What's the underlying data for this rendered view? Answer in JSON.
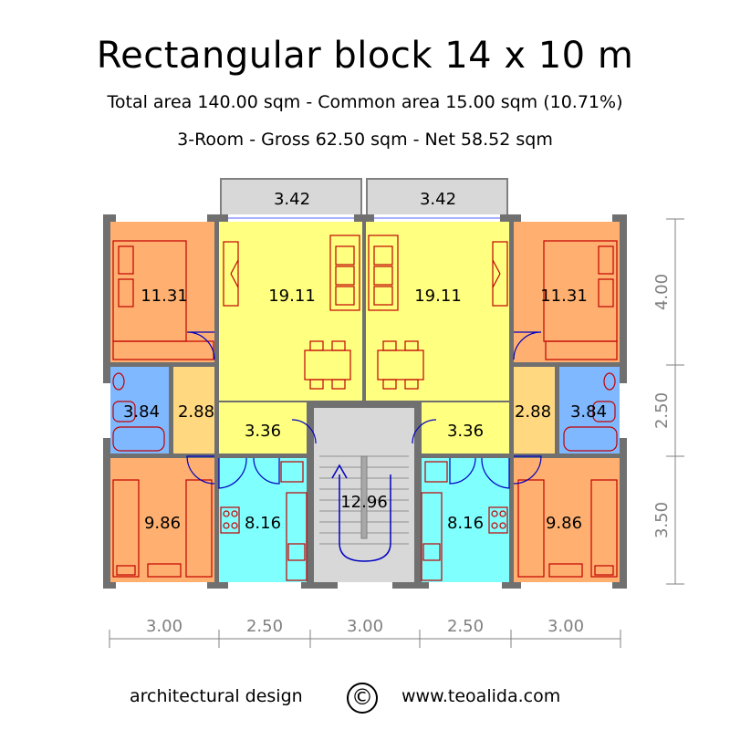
{
  "header": {
    "title": "Rectangular block 14 x 10 m",
    "subtitle1": "Total area 140.00 sqm - Common area 15.00 sqm (10.71%)",
    "subtitle2": "3-Room - Gross 62.50 sqm - Net 58.52 sqm"
  },
  "rooms": {
    "balcony_left": "3.42",
    "balcony_right": "3.42",
    "bedroom_tl": "11.31",
    "living_l": "19.11",
    "living_r": "19.11",
    "bedroom_tr": "11.31",
    "bath_l": "3.84",
    "hall_l": "2.88",
    "corridor_l": "3.36",
    "corridor_r": "3.36",
    "hall_r": "2.88",
    "bath_r": "3.84",
    "bedroom_bl": "9.86",
    "kitchen_l": "8.16",
    "stair": "12.96",
    "kitchen_r": "8.16",
    "bedroom_br": "9.86"
  },
  "dimensions": {
    "horizontal": [
      "3.00",
      "2.50",
      "3.00",
      "2.50",
      "3.00"
    ],
    "vertical": [
      "4.00",
      "2.50",
      "3.50"
    ]
  },
  "footer": {
    "left": "architectural design",
    "symbol": "©",
    "right": "www.teoalida.com"
  },
  "colors": {
    "bedroom": "#FFB070",
    "living": "#FFFF80",
    "bath": "#80B8FF",
    "hall": "#FFD880",
    "kitchen": "#80FFFF",
    "stair": "#D8D8D8",
    "balcony": "#D8D8D8",
    "wall": "#707070",
    "furniture": "#C00000",
    "door": "#0000C0"
  }
}
